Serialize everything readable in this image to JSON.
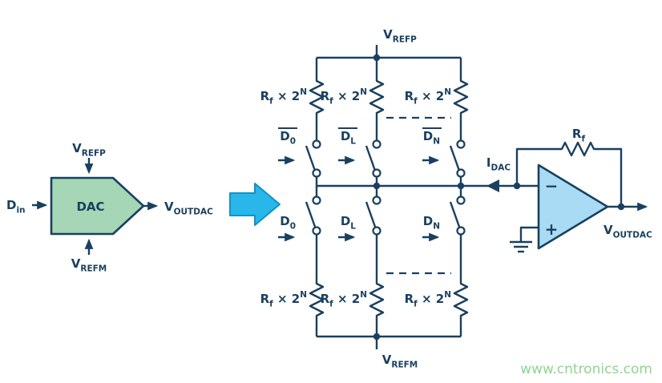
{
  "colors": {
    "line": "#1a4060",
    "text": "#1a4060",
    "dac-fill": "#a5d6b5",
    "arrow-fill": "#29b6e8",
    "arrow-stroke": "#0f93c6",
    "opamp-fill": "#a9dcf4",
    "watermark": "#8fd58f",
    "bg": "#ffffff"
  },
  "watermark": "www.cntronics.com",
  "dac": {
    "label": "DAC",
    "d_in": [
      {
        "t": "D"
      },
      {
        "t": "in",
        "s": "sub"
      }
    ],
    "v_refp": [
      {
        "t": "V"
      },
      {
        "t": "REFP",
        "s": "sub"
      }
    ],
    "v_refm": [
      {
        "t": "V"
      },
      {
        "t": "REFM",
        "s": "sub"
      }
    ],
    "v_outdac": [
      {
        "t": "V"
      },
      {
        "t": "OUTDAC",
        "s": "sub"
      }
    ]
  },
  "ladder": {
    "v_refp": [
      {
        "t": "V"
      },
      {
        "t": "REFP",
        "s": "sub"
      }
    ],
    "v_refm": [
      {
        "t": "V"
      },
      {
        "t": "REFM",
        "s": "sub"
      }
    ],
    "resistor_label": [
      {
        "t": "R"
      },
      {
        "t": "f",
        "s": "sub"
      },
      {
        "t": " × 2"
      },
      {
        "t": "N",
        "s": "sup"
      }
    ],
    "i_dac": [
      {
        "t": "I"
      },
      {
        "t": "DAC",
        "s": "sub"
      }
    ],
    "switches_top": [
      {
        "label": [
          {
            "t": "D"
          },
          {
            "t": "0",
            "s": "sub"
          }
        ],
        "inverted": true
      },
      {
        "label": [
          {
            "t": "D"
          },
          {
            "t": "L",
            "s": "sub"
          }
        ],
        "inverted": true
      },
      {
        "label": [
          {
            "t": "D"
          },
          {
            "t": "N",
            "s": "sub"
          }
        ],
        "inverted": true
      }
    ],
    "switches_bottom": [
      {
        "label": [
          {
            "t": "D"
          },
          {
            "t": "0",
            "s": "sub"
          }
        ],
        "inverted": false
      },
      {
        "label": [
          {
            "t": "D"
          },
          {
            "t": "L",
            "s": "sub"
          }
        ],
        "inverted": false
      },
      {
        "label": [
          {
            "t": "D"
          },
          {
            "t": "N",
            "s": "sub"
          }
        ],
        "inverted": false
      }
    ]
  },
  "opamp": {
    "minus": "−",
    "plus": "+",
    "feedback_resistor": [
      {
        "t": "R"
      },
      {
        "t": "f",
        "s": "sub"
      }
    ],
    "output": [
      {
        "t": "V"
      },
      {
        "t": "OUTDAC",
        "s": "sub"
      }
    ]
  }
}
